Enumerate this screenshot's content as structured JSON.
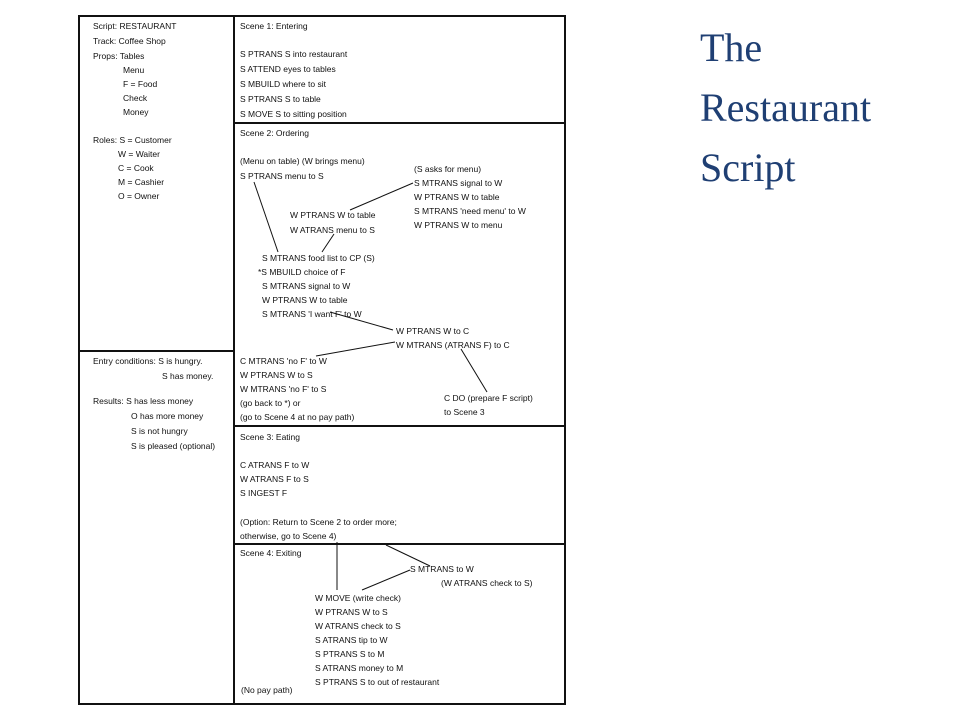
{
  "title": [
    "The",
    "Restaurant",
    "Script"
  ],
  "header": {
    "script": "Script:  RESTAURANT",
    "track": "Track:  Coffee Shop",
    "props": [
      "Props:  Tables",
      "Menu",
      "F = Food",
      "Check",
      "Money"
    ],
    "roles": [
      "Roles:  S = Customer",
      "W = Waiter",
      "C = Cook",
      "M = Cashier",
      "O = Owner"
    ]
  },
  "entry": {
    "conditions": [
      "Entry conditions:  S is hungry.",
      "S has money."
    ],
    "results": [
      "Results:  S has less money",
      "O has more money",
      "S is not hungry",
      "S is pleased (optional)"
    ]
  },
  "scene1": {
    "heading": "Scene 1:  Entering",
    "lines": [
      "S PTRANS S into restaurant",
      "S ATTEND eyes to tables",
      "S MBUILD where to sit",
      "S PTRANS S to table",
      "S MOVE S to sitting position"
    ]
  },
  "scene2": {
    "heading": "Scene 2:  Ordering",
    "left_top": [
      "(Menu on table)  (W brings menu)",
      "S PTRANS menu to S"
    ],
    "right_top": [
      "(S asks for menu)",
      "S MTRANS signal to W",
      "W PTRANS W to table",
      "S MTRANS 'need menu' to W",
      "W PTRANS W to menu"
    ],
    "middle": [
      "W PTRANS W to table",
      "W ATRANS menu to S"
    ],
    "choice": [
      "S MTRANS food list to CP (S)",
      "*S MBUILD choice of F",
      "S MTRANS signal to W",
      "W PTRANS W to table",
      "S MTRANS 'I want F' to W"
    ],
    "waiter": [
      "W PTRANS W to C",
      "W MTRANS (ATRANS F) to C"
    ],
    "nof": [
      "C MTRANS 'no F' to W",
      "W PTRANS W to S",
      "W MTRANS 'no F' to S",
      "(go back to *) or",
      "(go to Scene 4 at no pay path)"
    ],
    "cdo": [
      "C DO (prepare F script)",
      "to Scene 3"
    ]
  },
  "scene3": {
    "heading": "Scene 3:  Eating",
    "lines": [
      "C ATRANS F to W",
      "W ATRANS F to S",
      "S INGEST F"
    ],
    "option": [
      "(Option: Return to Scene 2 to order more;",
      "otherwise, go to Scene 4)"
    ]
  },
  "scene4": {
    "heading": "Scene 4:  Exiting",
    "right": [
      "S MTRANS to W",
      "(W ATRANS check to S)"
    ],
    "lines": [
      "W MOVE (write check)",
      "W PTRANS W to S",
      "W ATRANS check to S",
      "S ATRANS tip to W",
      "S PTRANS S to M",
      "S ATRANS money to M",
      "S PTRANS S to out of restaurant"
    ],
    "nopay": "(No pay path)"
  }
}
